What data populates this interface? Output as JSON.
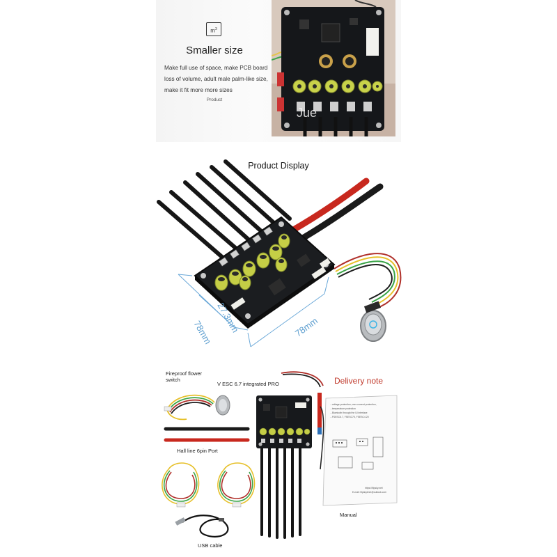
{
  "top": {
    "icon_text": "m",
    "icon_sup": "3",
    "title": "Smaller size",
    "description": "Make full use of space, make PCB board loss of volume, adult male palm-like size, make it fit more more sizes",
    "product_label": "Product",
    "board_watermark": "Jue"
  },
  "display": {
    "title": "Product Display",
    "dim_left": "78mm",
    "dim_middle": "27.3mm",
    "dim_right": "78mm"
  },
  "delivery": {
    "switch_label_1": "Fireproof flower",
    "switch_label_2": "switch",
    "esc_label": "V ESC 6.7 integrated PRO",
    "note_title": "Delivery note",
    "hall_label": "Hall line 6pin Port",
    "manual_label": "Manual",
    "usb_label": "USB cable",
    "manual_text_lines": [
      "...voltage protection, over-current protection,",
      "...temperature protection",
      "...Bluetooth through the UI interface",
      "...FSESC6.7, FSESC75, FSESC4.20"
    ],
    "manual_url": "https://flipsky.net/",
    "manual_email": "E-mail: flipskytech@outlook.com"
  }
}
